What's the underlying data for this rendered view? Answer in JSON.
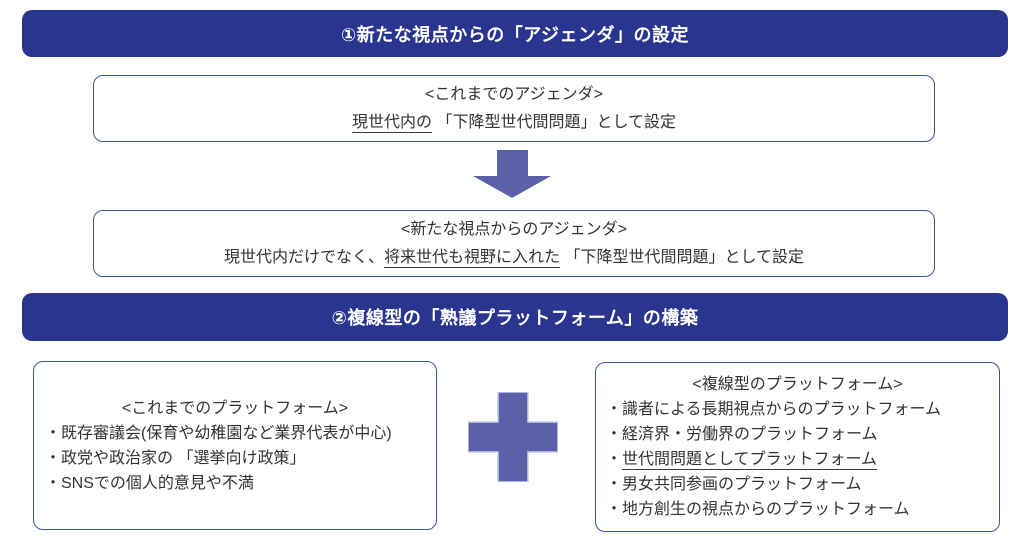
{
  "colors": {
    "header_bg": "#2a3590",
    "header_text": "#ffffff",
    "box_border": "#4353a2",
    "body_text": "#333333",
    "shape_fill": "#5b61a9",
    "shape_edge": "#cbcee9"
  },
  "section1": {
    "header": "①新たな視点からの「アジェンダ」の設定",
    "before_box": {
      "title": "<これまでのアジェンダ>",
      "prefix": "",
      "underlined": "現世代内の",
      "suffix": " 「下降型世代間問題」として設定"
    },
    "after_box": {
      "title": "<新たな視点からのアジェンダ>",
      "prefix": "現世代内だけでなく、",
      "underlined": "将来世代も視野に入れた",
      "suffix": " 「下降型世代間問題」として設定"
    }
  },
  "section2": {
    "header": "②複線型の「熟議プラットフォーム」の構築",
    "left_box": {
      "title": "<これまでのプラットフォーム>",
      "items": [
        "・既存審議会(保育や幼稚園など業界代表が中心)",
        "・政党や政治家の 「選挙向け政策」",
        "・SNSでの個人的意見や不満"
      ]
    },
    "right_box": {
      "title": "<複線型のプラットフォーム>",
      "items": [
        {
          "bullet": "・",
          "text": "識者による長期視点からのプラットフォーム",
          "underlined": false
        },
        {
          "bullet": "・",
          "text": "経済界・労働界のプラットフォーム",
          "underlined": false
        },
        {
          "bullet": "・",
          "text": "世代間問題としてプラットフォーム",
          "underlined": true
        },
        {
          "bullet": "・",
          "text": "男女共同参画のプラットフォーム",
          "underlined": false
        },
        {
          "bullet": "・",
          "text": "地方創生の視点からのプラットフォーム",
          "underlined": false
        }
      ]
    }
  }
}
